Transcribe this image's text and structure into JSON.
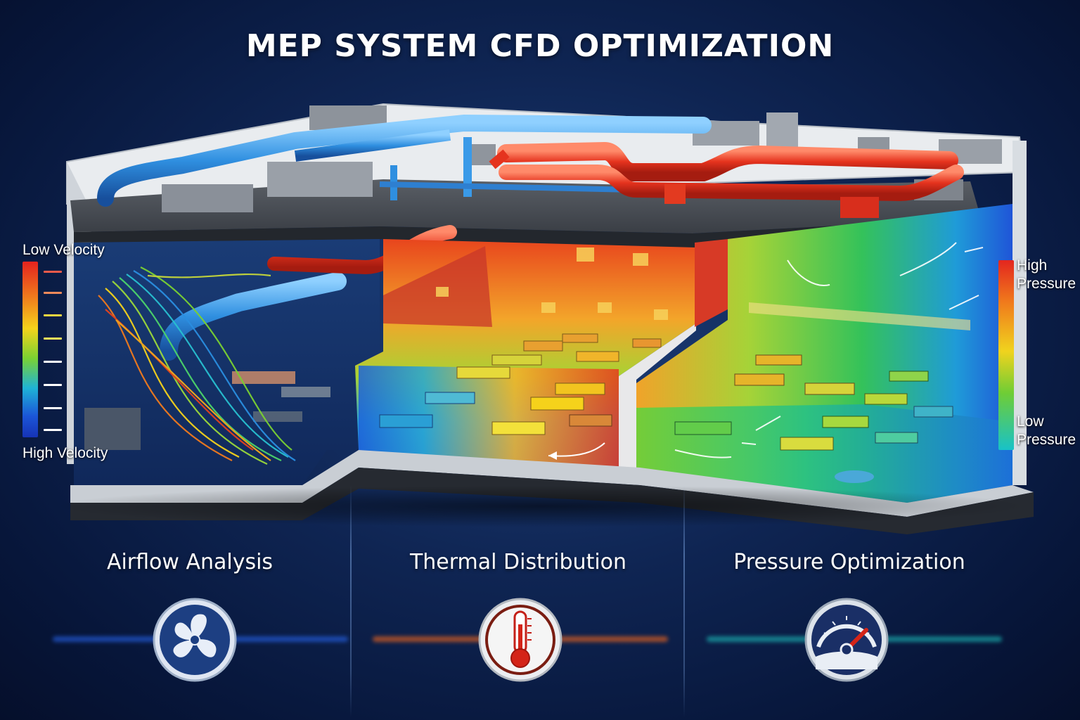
{
  "title": "MEP SYSTEM CFD OPTIMIZATION",
  "velocity_legend": {
    "top_label": "Low Velocity",
    "bottom_label": "High Velocity",
    "tick_colors": [
      "#f05a4a",
      "#f08a5a",
      "#f5d740",
      "#f7e25a",
      "#ffffff",
      "#ffffff",
      "#ffffff",
      "#ffffff"
    ]
  },
  "pressure_legend": {
    "top_label_line1": "High",
    "top_label_line2": "Pressure",
    "bottom_label_line1": "Low",
    "bottom_label_line2": "Pressure"
  },
  "features": [
    {
      "label": "Airflow Analysis",
      "icon": "fan-icon",
      "glow": "#2a6cff"
    },
    {
      "label": "Thermal Distribution",
      "icon": "thermometer-icon",
      "glow": "#ff6a1a"
    },
    {
      "label": "Pressure Optimization",
      "icon": "pressure-gauge-icon",
      "glow": "#1fd0c8"
    }
  ],
  "colors": {
    "duct_blue": "#2f8fe0",
    "duct_red": "#e5331e",
    "background": "#0f2553"
  }
}
